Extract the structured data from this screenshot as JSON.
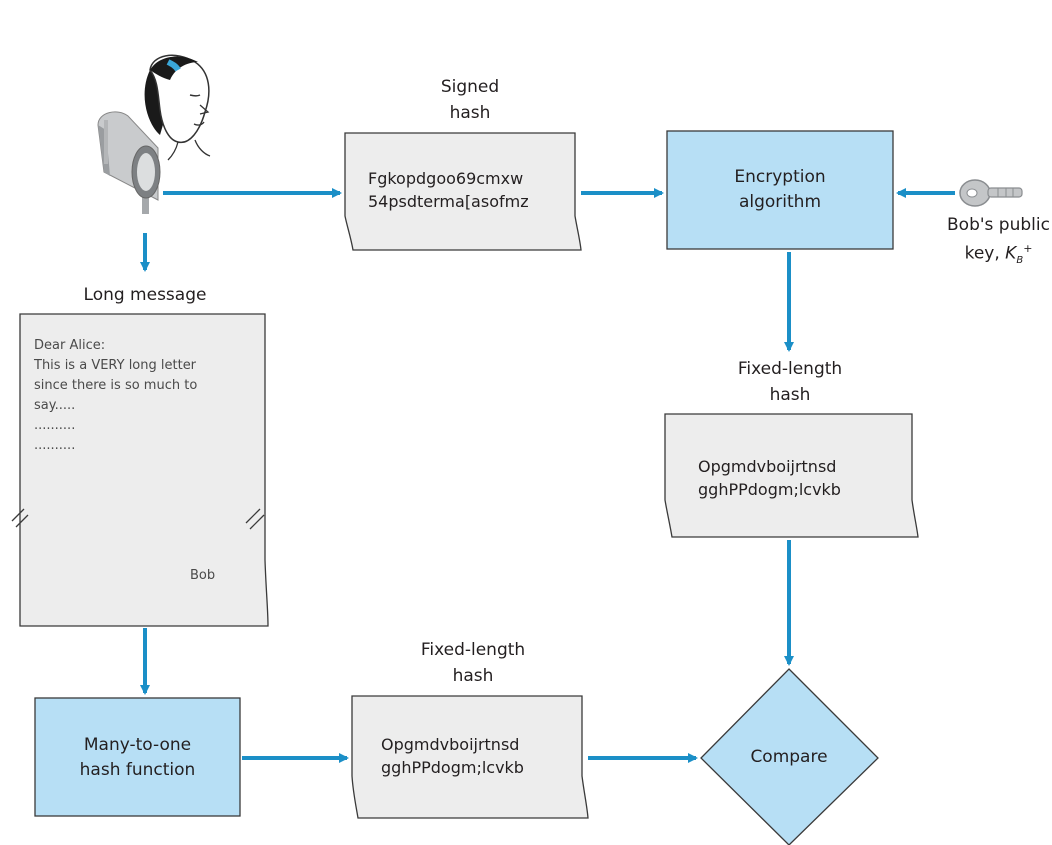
{
  "colors": {
    "arrow": "#1b8fc7",
    "box_fill": "#b7dff5",
    "doc_fill": "#ededed",
    "stroke": "#3a3a3a"
  },
  "icons": [
    "mailbox-icon",
    "alice-head-icon",
    "key-icon"
  ],
  "signed_hash": {
    "label_line1": "Signed",
    "label_line2": "hash",
    "text_line1": "Fgkopdgoo69cmxw",
    "text_line2": "54psdterma[asofmz"
  },
  "encryption": {
    "line1": "Encryption",
    "line2": "algorithm"
  },
  "public_key": {
    "line1": "Bob's public",
    "line2_prefix": "key, ",
    "key_symbol": "K",
    "key_sub": "B",
    "key_sup": "+"
  },
  "long_message": {
    "label": "Long message",
    "lines": [
      "Dear Alice:",
      "This is a VERY long letter",
      "since there is so much to",
      "say.....",
      "..........",
      ".........."
    ],
    "signature": "Bob"
  },
  "fixed_hash_top": {
    "label_line1": "Fixed-length",
    "label_line2": "hash",
    "text_line1": "Opgmdvboijrtnsd",
    "text_line2": "gghPPdogm;lcvkb"
  },
  "hash_function": {
    "line1": "Many-to-one",
    "line2": "hash function"
  },
  "fixed_hash_bottom": {
    "label_line1": "Fixed-length",
    "label_line2": "hash",
    "text_line1": "Opgmdvboijrtnsd",
    "text_line2": "gghPPdogm;lcvkb"
  },
  "compare": {
    "label": "Compare"
  }
}
